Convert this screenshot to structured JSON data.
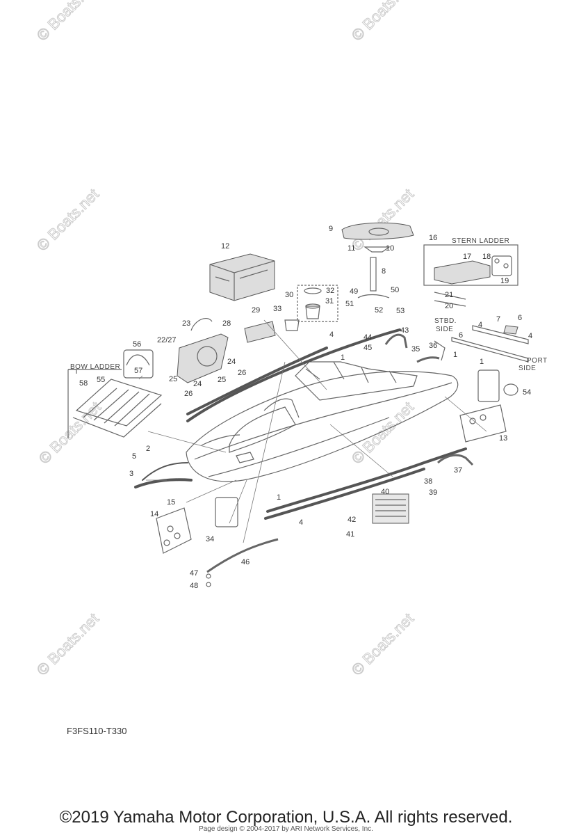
{
  "watermark": "© Boats.net",
  "diagram": {
    "code": "F3FS110-T330",
    "group_labels": {
      "bow_ladder": "BOW LADDER",
      "stern_ladder": "STERN LADDER",
      "stbd_side": [
        "STBD.",
        "SIDE"
      ],
      "port_side": [
        "PORT",
        "SIDE"
      ]
    },
    "callouts": [
      "1",
      "1",
      "1",
      "1",
      "2",
      "3",
      "4",
      "4",
      "4",
      "4",
      "5",
      "6",
      "6",
      "7",
      "8",
      "9",
      "10",
      "11",
      "12",
      "13",
      "14",
      "15",
      "16",
      "17",
      "18",
      "19",
      "20",
      "21",
      "22/27",
      "23",
      "24",
      "24",
      "25",
      "25",
      "26",
      "26",
      "28",
      "29",
      "30",
      "31",
      "32",
      "33",
      "34",
      "35",
      "36",
      "37",
      "38",
      "39",
      "40",
      "41",
      "42",
      "43",
      "44",
      "45",
      "46",
      "47",
      "48",
      "49",
      "50",
      "51",
      "52",
      "53",
      "54",
      "55",
      "56",
      "57",
      "58"
    ]
  },
  "footer": {
    "copyright": "©2019 Yamaha Motor Corporation, U.S.A. All rights reserved.",
    "page_design": "Page design © 2004-2017 by ARI Network Services, Inc."
  }
}
